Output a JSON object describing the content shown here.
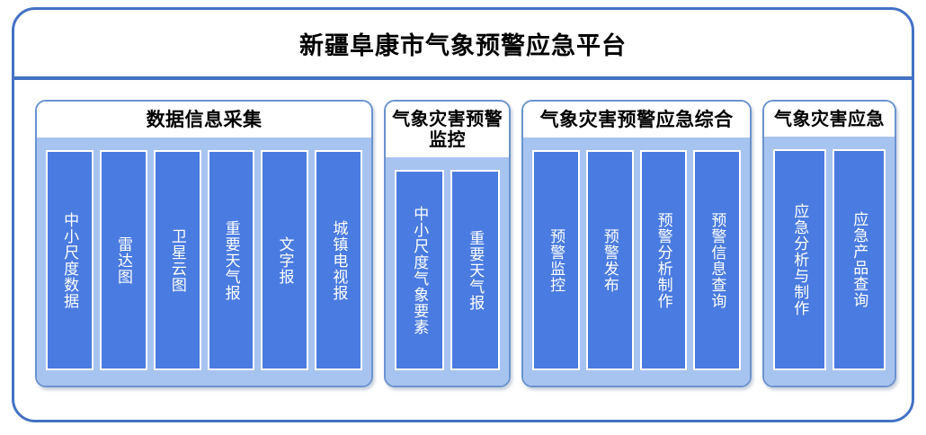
{
  "platform": {
    "title": "新疆阜康市气象预警应急平台",
    "border_color": "#4472C4",
    "accent_color": "#4A7BE0",
    "panel_color": "#A7C3F0"
  },
  "groups": [
    {
      "header": "数据信息采集",
      "items": [
        "中小尺度数据",
        "雷达图",
        "卫星云图",
        "重要天气报",
        "文字报",
        "城镇电视报"
      ]
    },
    {
      "header": "气象灾害预警监控",
      "items": [
        "中小尺度气象要素",
        "重要天气报"
      ]
    },
    {
      "header": "气象灾害预警应急综合",
      "items": [
        "预警监控",
        "预警发布",
        "预警分析制作",
        "预警信息查询"
      ]
    },
    {
      "header": "气象灾害应急",
      "items": [
        "应急分析与制作",
        "应急产品查询"
      ]
    }
  ]
}
